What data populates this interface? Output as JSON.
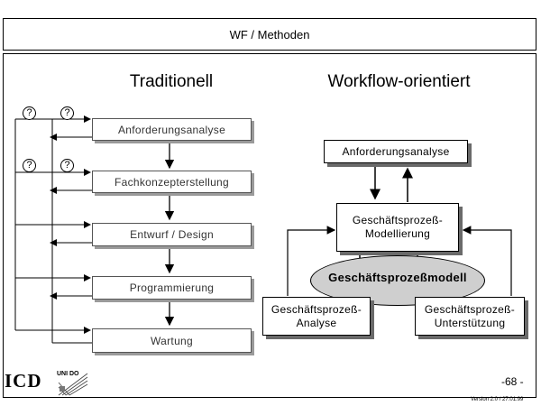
{
  "header": {
    "title": "WF / Methoden"
  },
  "left": {
    "title": "Traditionell",
    "steps": [
      "Anforderungsanalyse",
      "Fachkonzepterstellung",
      "Entwurf / Design",
      "Programmierung",
      "Wartung"
    ],
    "question_mark": "?"
  },
  "right": {
    "title": "Workflow-orientiert",
    "top_box": "Anforderungsanalyse",
    "center_box": [
      "Geschäftsprozeß-",
      "Modellierung"
    ],
    "model_label": "Geschäftsprozeßmodell",
    "analysis_box": [
      "Geschäftsprozeß-",
      "Analyse"
    ],
    "support_box": [
      "Geschäftsprozeß-",
      "Unterstützung"
    ]
  },
  "footer": {
    "logo_icd": "ICD",
    "logo_uni": "UNI DO",
    "page_number": "-68 -",
    "version": "Version 2.0 / 27.01.99"
  }
}
